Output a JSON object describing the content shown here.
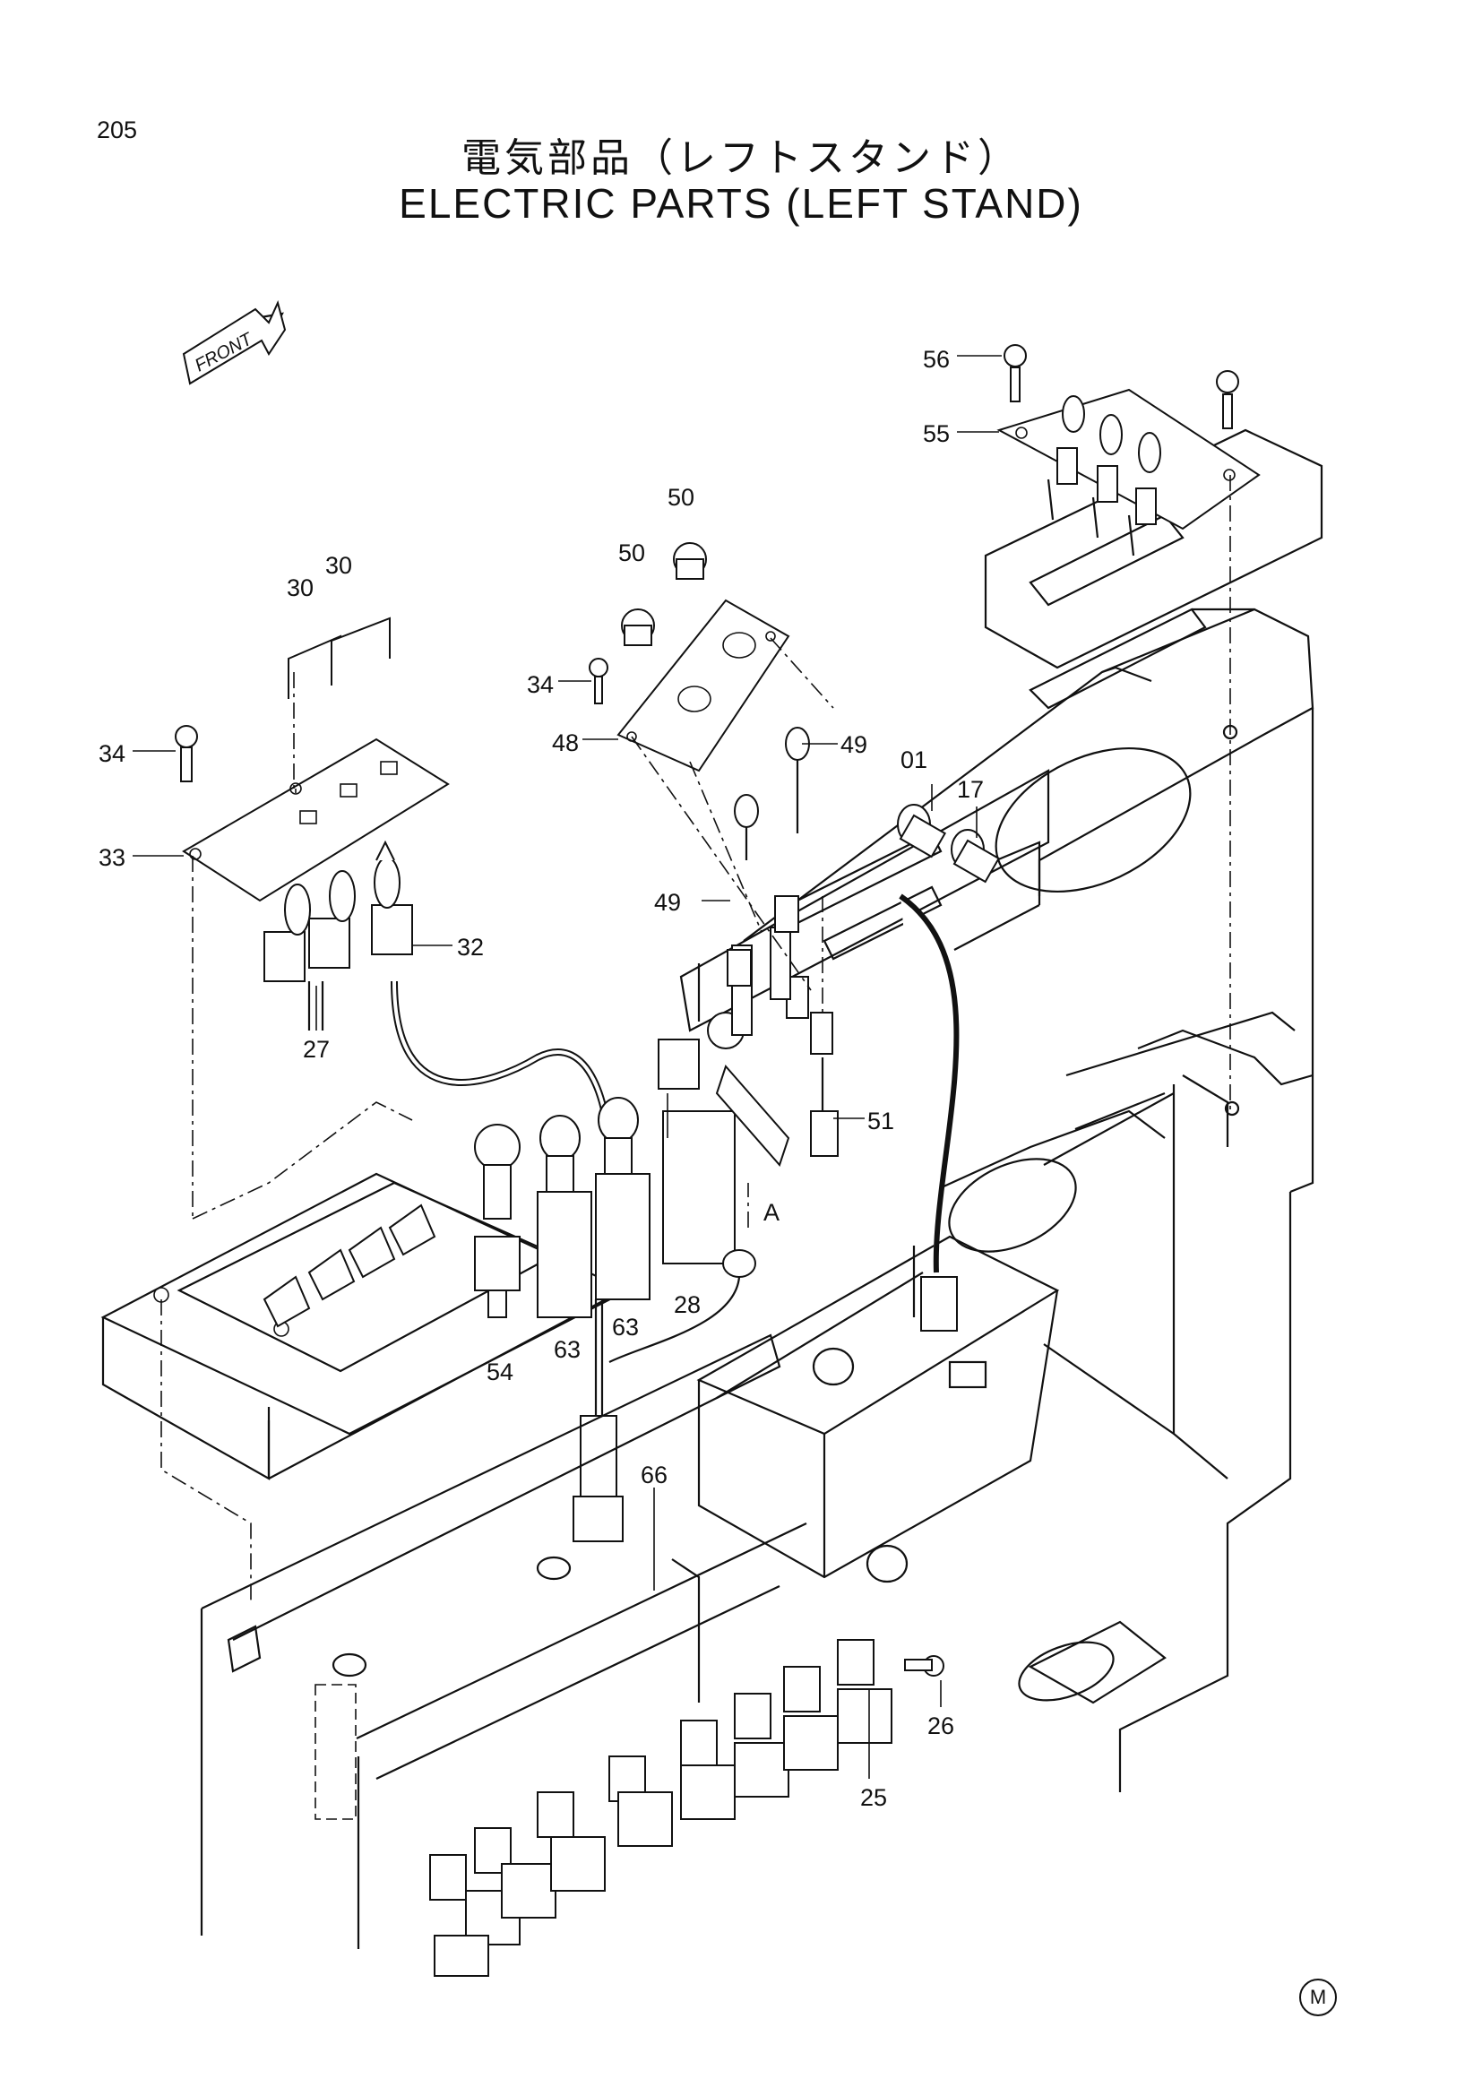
{
  "page_number": "205",
  "title_jp": "電気部品（レフトスタンド）",
  "title_en": "ELECTRIC PARTS (LEFT STAND)",
  "front_label": "FRONT",
  "corner_mark": "M",
  "callouts": [
    "56",
    "55",
    "50",
    "50",
    "30",
    "30",
    "34",
    "48",
    "49",
    "01",
    "17",
    "34",
    "33",
    "49",
    "32",
    "27",
    "51",
    "A",
    "28",
    "54",
    "63",
    "63",
    "66",
    "26",
    "25"
  ]
}
